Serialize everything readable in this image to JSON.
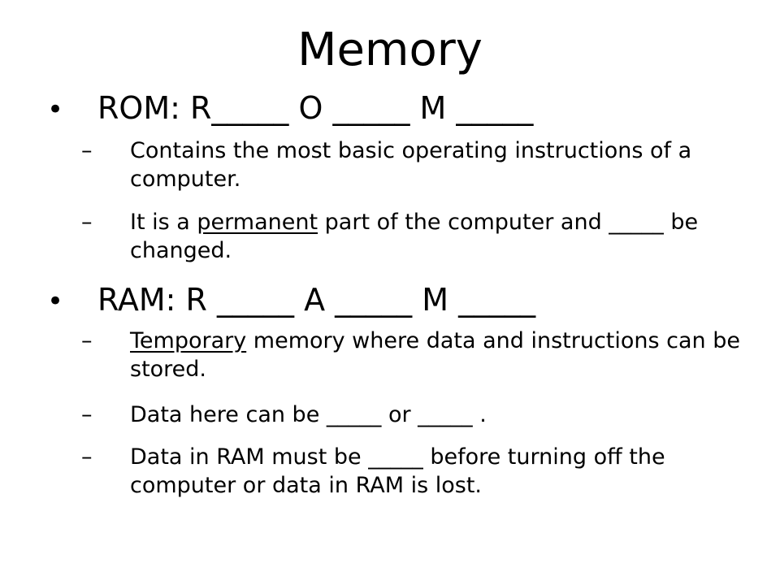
{
  "slide": {
    "title": "Memory",
    "rom": {
      "bullet": "•",
      "heading": "ROM: R_____ O _____ M _____",
      "points": [
        {
          "dash": "–",
          "text": "Contains the most basic operating instructions of a computer."
        },
        {
          "dash": "–",
          "pre": "It is a ",
          "underlined": "permanent",
          "post": " part of the computer and _____ be changed."
        }
      ]
    },
    "ram": {
      "bullet": "•",
      "heading": "RAM: R _____ A _____ M _____",
      "points": [
        {
          "dash": "–",
          "underlined": "Temporary",
          "post": " memory where data and instructions can be stored."
        },
        {
          "dash": "–",
          "text": "Data here can be _____ or _____ ."
        },
        {
          "dash": "–",
          "text": "Data in RAM must be _____ before turning off the computer or data in RAM is lost."
        }
      ]
    }
  }
}
